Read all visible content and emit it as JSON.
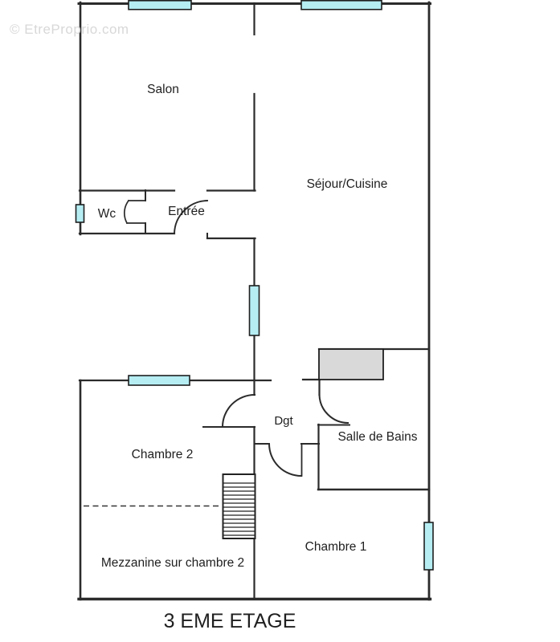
{
  "watermark": "© EtreProprio.com",
  "floor_title": "3 EME ETAGE",
  "rooms": {
    "salon": "Salon",
    "sejour_cuisine": "Séjour/Cuisine",
    "wc": "Wc",
    "entree": "Entrée",
    "dgt": "Dgt",
    "salle_de_bains": "Salle de Bains",
    "chambre2": "Chambre 2",
    "chambre1": "Chambre 1",
    "mezzanine": "Mezzanine sur chambre 2"
  },
  "features": {
    "windows_count": 6,
    "stairs": "hatched stair block between mezzanine and chambre 1",
    "mezzanine_edge": "dashed line across chambre 2 / mezzanine"
  },
  "colors": {
    "background": "#ffffff",
    "wall": "#2b2b2b",
    "window_fill": "#b5edf3",
    "window_stroke": "#1f1f1f",
    "closet_fill": "#d9d9d9",
    "watermark": "#d8d8d8",
    "label": "#1f1f1f"
  }
}
